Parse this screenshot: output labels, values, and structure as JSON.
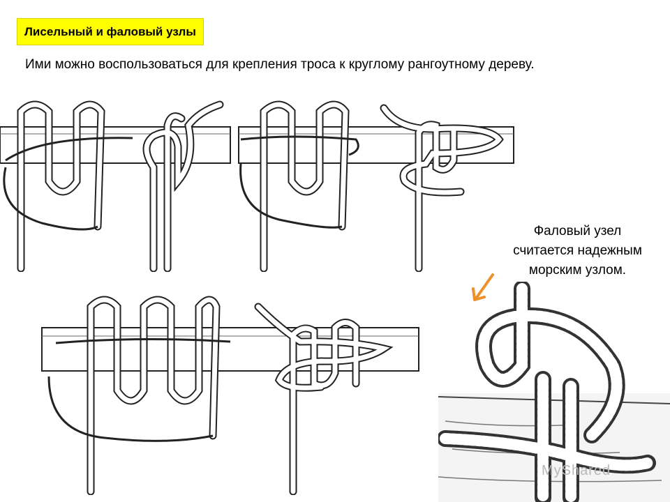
{
  "title": "Лисельный и фаловый узлы",
  "lead": "Ими можно воспользоваться для крепления троса к круглому рангоутному дереву.",
  "caption": {
    "line1": "Фаловый узел",
    "line2": "считается надежным",
    "line3": "морским узлом."
  },
  "watermark": "MyShared",
  "arrow_color": "#f0902a",
  "icons": [
    "arrow-down-left-icon"
  ]
}
